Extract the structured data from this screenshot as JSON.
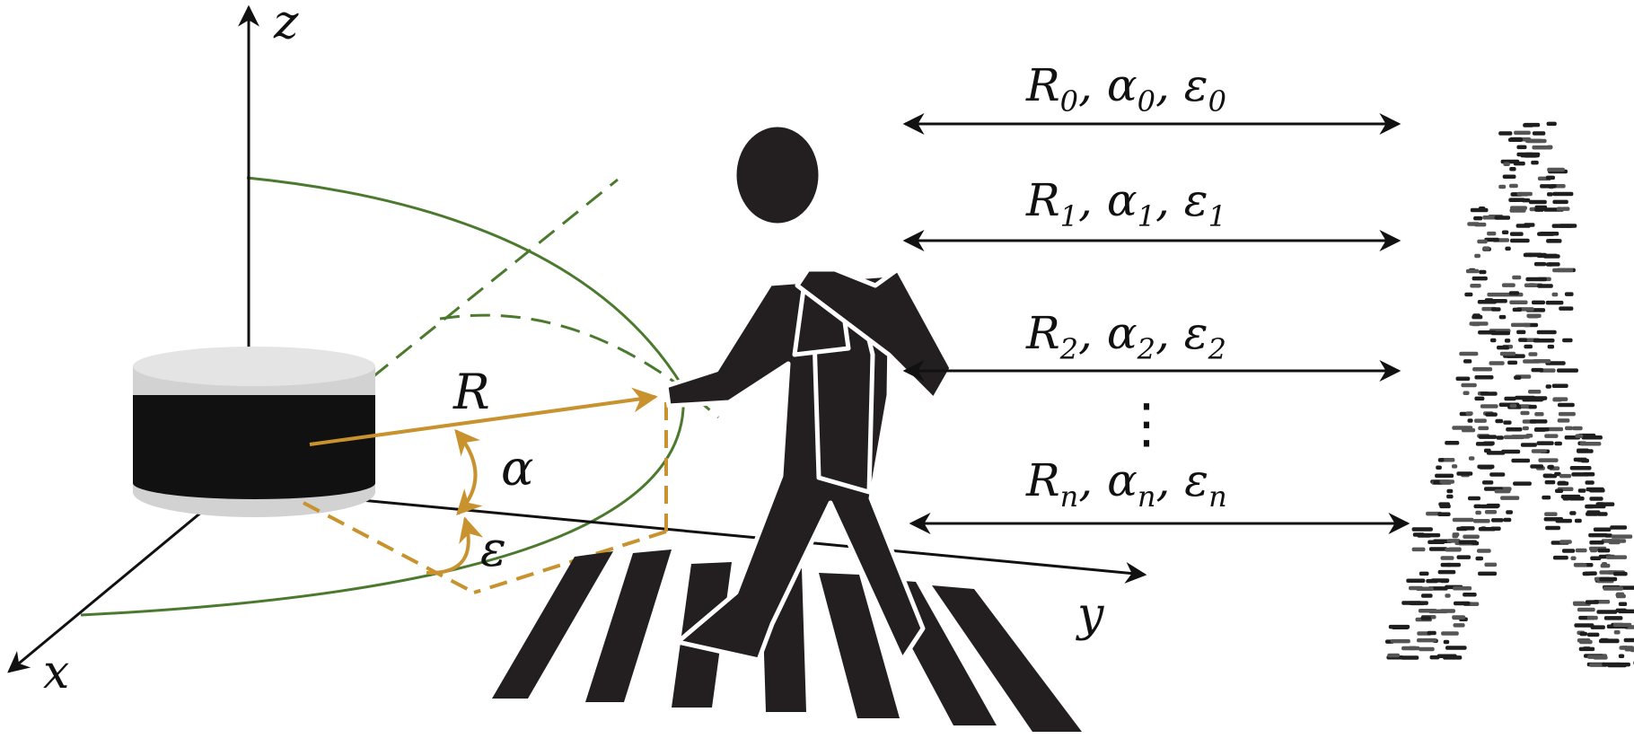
{
  "axes": {
    "z": "z",
    "x": "x",
    "y": "y"
  },
  "annotations": {
    "range": "R",
    "azimuth": "α",
    "elevation": "ε"
  },
  "returns": [
    {
      "r": "R",
      "a": "α",
      "e": "ε",
      "sub": "0"
    },
    {
      "r": "R",
      "a": "α",
      "e": "ε",
      "sub": "1"
    },
    {
      "r": "R",
      "a": "α",
      "e": "ε",
      "sub": "2"
    },
    {
      "r": "R",
      "a": "α",
      "e": "ε",
      "sub": "n"
    }
  ],
  "ellipsis": "⋮",
  "colors": {
    "sensor_band": "#111111",
    "sensor_cap": "#d2d2d2",
    "vector": "#c8922e",
    "scan_arc": "#4b7a2e",
    "ink": "#231f20"
  }
}
